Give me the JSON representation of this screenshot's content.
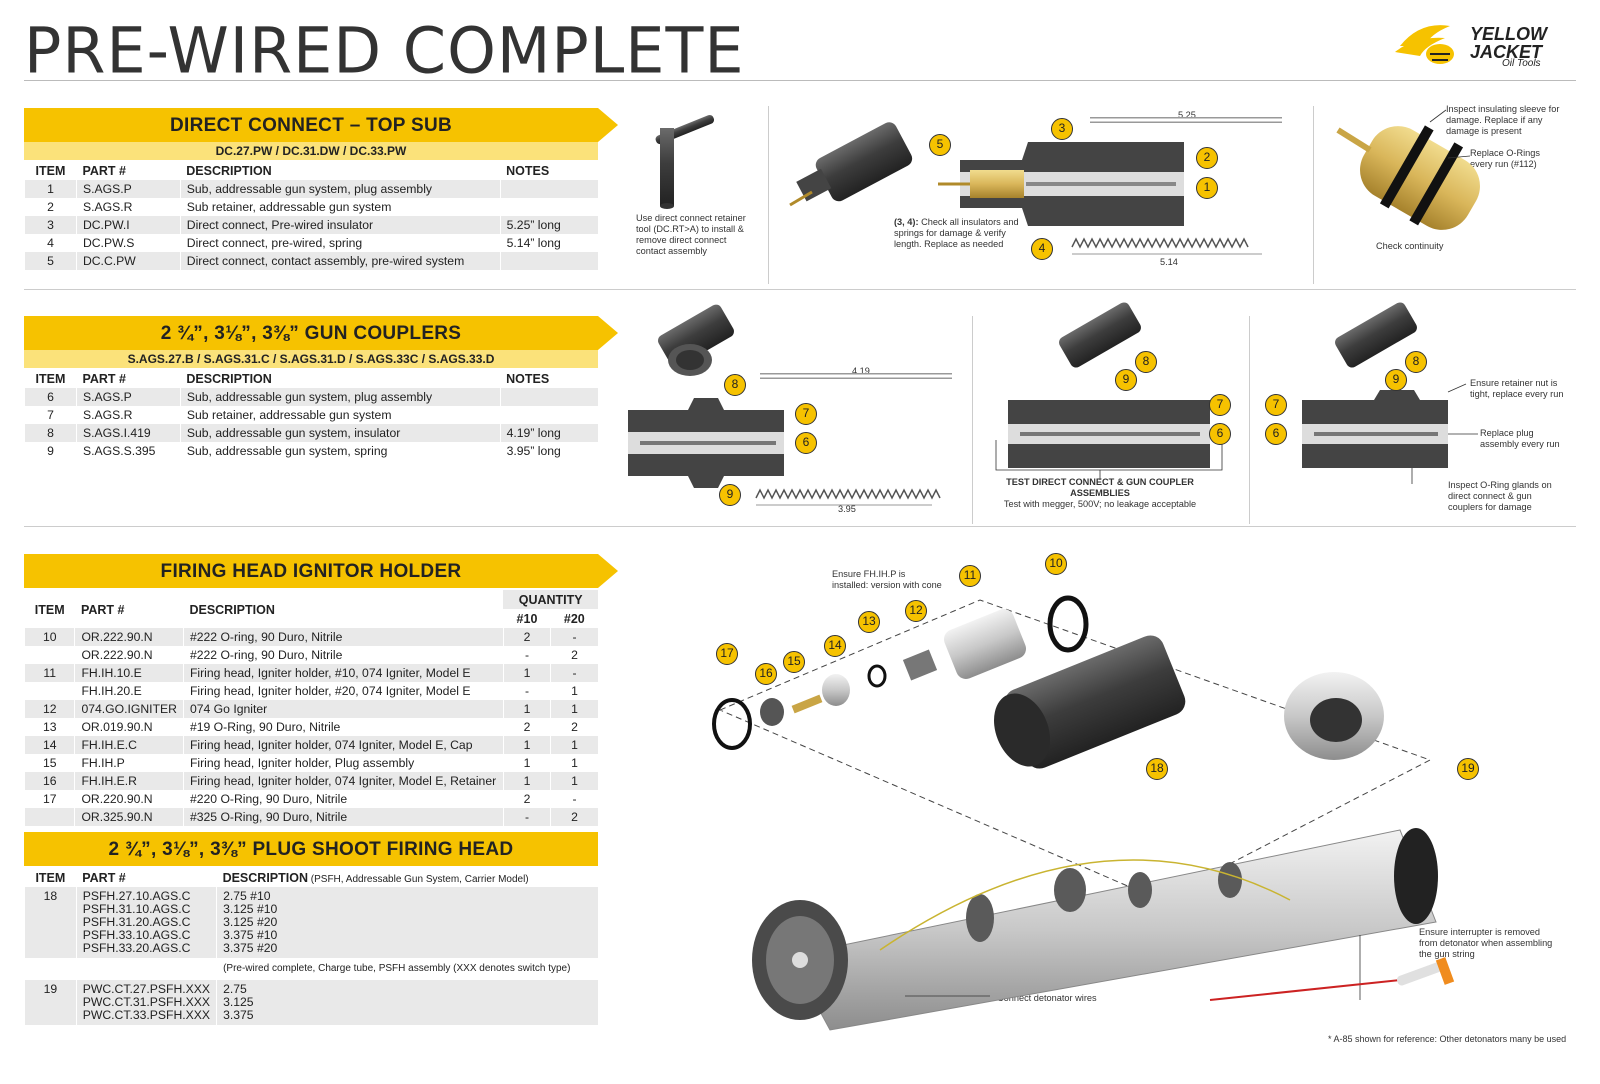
{
  "page_title": "PRE-WIRED COMPLETE",
  "logo": {
    "line1": "YELLOW",
    "line2": "JACKET",
    "line3": "Oil Tools"
  },
  "colors": {
    "accent": "#f6c200",
    "accent_light": "#fbe27a",
    "row_shade": "#e9e9e9"
  },
  "direct_connect": {
    "title": "DIRECT CONNECT – TOP SUB",
    "models": "DC.27.PW    /    DC.31.DW    /    DC.33.PW",
    "headers": {
      "item": "ITEM",
      "part": "PART #",
      "desc": "DESCRIPTION",
      "notes": "NOTES"
    },
    "rows": [
      {
        "item": "1",
        "part": "S.AGS.P",
        "desc": "Sub, addressable gun system, plug assembly",
        "notes": ""
      },
      {
        "item": "2",
        "part": "S.AGS.R",
        "desc": "Sub retainer, addressable gun system",
        "notes": ""
      },
      {
        "item": "3",
        "part": "DC.PW.I",
        "desc": "Direct connect, Pre-wired insulator",
        "notes": "5.25” long"
      },
      {
        "item": "4",
        "part": "DC.PW.S",
        "desc": "Direct connect, pre-wired, spring",
        "notes": "5.14” long"
      },
      {
        "item": "5",
        "part": "DC.C.PW",
        "desc": "Direct connect, contact assembly, pre-wired system",
        "notes": ""
      }
    ],
    "tool_note": "Use direct connect retainer tool (DC.RT>A) to install & remove direct connect contact assembly",
    "check_note_bold": "(3, 4):",
    "check_note": " Check all insulators and springs for damage & verify length. Replace as needed",
    "dim_top": "5.25",
    "dim_bottom": "5.14",
    "callouts": [
      "1",
      "2",
      "3",
      "4",
      "5"
    ],
    "insp1": "Inspect insulating sleeve for damage. Replace if any damage is present",
    "insp2": "Replace O-Rings every run (#112)",
    "insp3": "Check continuity"
  },
  "gun_couplers": {
    "title": "2 ¾”, 3⅛”, 3⅜” GUN COUPLERS",
    "models": "S.AGS.27.B    /    S.AGS.31.C    /    S.AGS.31.D    /    S.AGS.33C    /    S.AGS.33.D",
    "headers": {
      "item": "ITEM",
      "part": "PART #",
      "desc": "DESCRIPTION",
      "notes": "NOTES"
    },
    "rows": [
      {
        "item": "6",
        "part": "S.AGS.P",
        "desc": "Sub, addressable gun system, plug assembly",
        "notes": ""
      },
      {
        "item": "7",
        "part": "S.AGS.R",
        "desc": "Sub retainer, addressable gun system",
        "notes": ""
      },
      {
        "item": "8",
        "part": "S.AGS.I.419",
        "desc": "Sub, addressable gun system, insulator",
        "notes": "4.19” long"
      },
      {
        "item": "9",
        "part": "S.AGS.S.395",
        "desc": "Sub, addressable gun system, spring",
        "notes": "3.95” long"
      }
    ],
    "dim_top": "4.19",
    "dim_bottom": "3.95",
    "test_title": "TEST DIRECT CONNECT & GUN COUPLER ASSEMBLIES",
    "test_note": "Test with megger, 500V; no leakage acceptable",
    "retainer_note": "Ensure retainer nut is tight, replace every run",
    "plug_note": "Replace plug assembly every run",
    "oring_note": "Inspect O-Ring glands on direct connect & gun couplers for damage"
  },
  "firing_head": {
    "title": "FIRING HEAD IGNITOR HOLDER",
    "headers": {
      "item": "ITEM",
      "part": "PART #",
      "desc": "DESCRIPTION",
      "qty": "QUANTITY",
      "q10": "#10",
      "q20": "#20"
    },
    "rows": [
      {
        "item": "10",
        "part": "OR.222.90.N",
        "desc": "#222 O-ring, 90 Duro, Nitrile",
        "q10": "2",
        "q20": "-"
      },
      {
        "item": "",
        "part": "OR.222.90.N",
        "desc": "#222 O-ring, 90 Duro, Nitrile",
        "q10": "-",
        "q20": "2"
      },
      {
        "item": "11",
        "part": "FH.IH.10.E",
        "desc": "Firing head, Igniter holder, #10, 074 Igniter, Model E",
        "q10": "1",
        "q20": "-"
      },
      {
        "item": "",
        "part": "FH.IH.20.E",
        "desc": "Firing head, Igniter holder, #20, 074 Igniter, Model E",
        "q10": "-",
        "q20": "1"
      },
      {
        "item": "12",
        "part": "074.GO.IGNITER",
        "desc": "074 Go Igniter",
        "q10": "1",
        "q20": "1"
      },
      {
        "item": "13",
        "part": "OR.019.90.N",
        "desc": "#19 O-Ring, 90 Duro, Nitrile",
        "q10": "2",
        "q20": "2"
      },
      {
        "item": "14",
        "part": "FH.IH.E.C",
        "desc": "Firing head, Igniter holder, 074 Igniter, Model E, Cap",
        "q10": "1",
        "q20": "1"
      },
      {
        "item": "15",
        "part": "FH.IH.P",
        "desc": "Firing head, Igniter holder, Plug assembly",
        "q10": "1",
        "q20": "1"
      },
      {
        "item": "16",
        "part": "FH.IH.E.R",
        "desc": "Firing head, Igniter holder, 074 Igniter, Model E, Retainer",
        "q10": "1",
        "q20": "1"
      },
      {
        "item": "17",
        "part": "OR.220.90.N",
        "desc": "#220 O-Ring, 90 Duro, Nitrile",
        "q10": "2",
        "q20": "-"
      },
      {
        "item": "",
        "part": "OR.325.90.N",
        "desc": "#325 O-Ring, 90 Duro, Nitrile",
        "q10": "-",
        "q20": "2"
      }
    ],
    "ensure_note": "Ensure FH.IH.P is installed: version with cone"
  },
  "plug_shoot": {
    "title": "2 ¾”, 3⅛”, 3⅜” PLUG SHOOT FIRING HEAD",
    "headers": {
      "item": "ITEM",
      "part": "PART #",
      "desc": "DESCRIPTION",
      "desc_sub": " (PSFH, Addressable Gun System, Carrier Model)"
    },
    "row18": {
      "item": "18",
      "parts": [
        "PSFH.27.10.AGS.C",
        "PSFH.31.10.AGS.C",
        "PSFH.31.20.AGS.C",
        "PSFH.33.10.AGS.C",
        "PSFH.33.20.AGS.C"
      ],
      "descs": [
        "2.75 #10",
        "3.125 #10",
        "3.125 #20",
        "3.375 #10",
        "3.375 #20"
      ]
    },
    "row19_note": "(Pre-wired complete, Charge tube, PSFH assembly (XXX denotes switch type)",
    "row19": {
      "item": "19",
      "parts": [
        "PWC.CT.27.PSFH.XXX",
        "PWC.CT.31.PSFH.XXX",
        "PWC.CT.33.PSFH.XXX"
      ],
      "descs": [
        "2.75",
        "3.125",
        "3.375"
      ]
    },
    "interrupter_note": "Ensure interrupter is removed from detonator when assembling the gun string",
    "detonator_note": "Connect detonator wires",
    "footnote": "* A-85 shown for reference: Other detonators many be used"
  }
}
